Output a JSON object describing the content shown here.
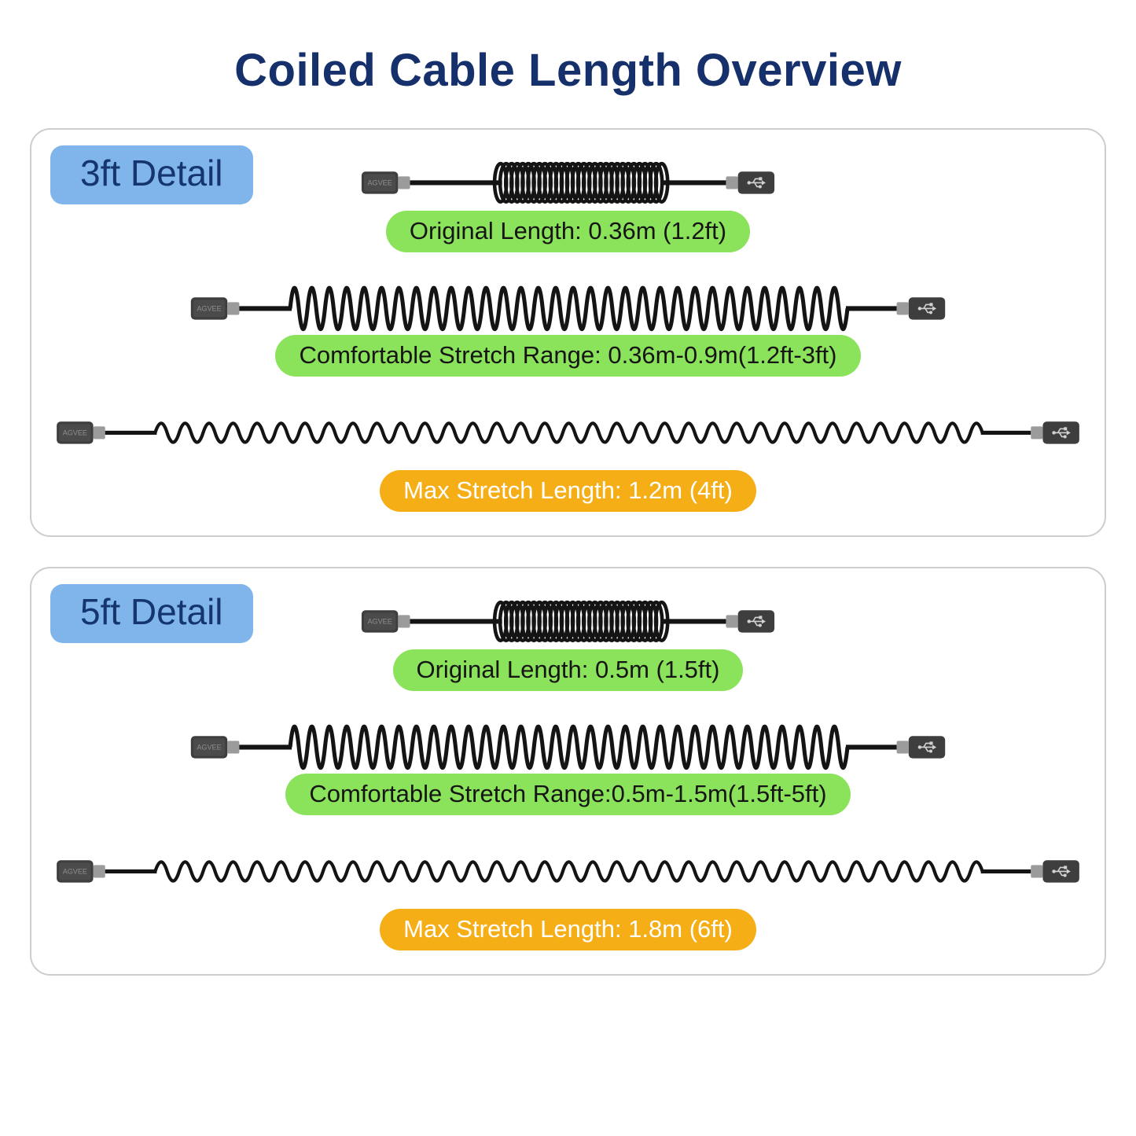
{
  "title": "Coiled Cable Length Overview",
  "brand": "AGVEE",
  "colors": {
    "title_text": "#16306b",
    "badge_bg": "#7fb5ea",
    "badge_text": "#14356d",
    "green_pill_bg": "#8be25b",
    "green_pill_text": "#151515",
    "orange_pill_bg": "#f6ae17",
    "orange_pill_text": "#ffffff",
    "cable": "#141414",
    "panel_border": "#cdcdcd"
  },
  "panels": [
    {
      "badge": "3ft Detail",
      "rows": [
        {
          "cable_state": "coiled",
          "pill_color": "green",
          "label": "Original Length: 0.36m (1.2ft)"
        },
        {
          "cable_state": "stretched",
          "pill_color": "green",
          "label": "Comfortable Stretch Range: 0.36m-0.9m(1.2ft-3ft)"
        },
        {
          "cable_state": "max",
          "pill_color": "orange",
          "label": "Max Stretch Length: 1.2m (4ft)"
        }
      ]
    },
    {
      "badge": "5ft Detail",
      "rows": [
        {
          "cable_state": "coiled",
          "pill_color": "green",
          "label": "Original Length: 0.5m (1.5ft)"
        },
        {
          "cable_state": "stretched",
          "pill_color": "green",
          "label": "Comfortable Stretch Range:0.5m-1.5m(1.5ft-5ft)"
        },
        {
          "cable_state": "max",
          "pill_color": "orange",
          "label": "Max Stretch Length: 1.8m (6ft)"
        }
      ]
    }
  ]
}
